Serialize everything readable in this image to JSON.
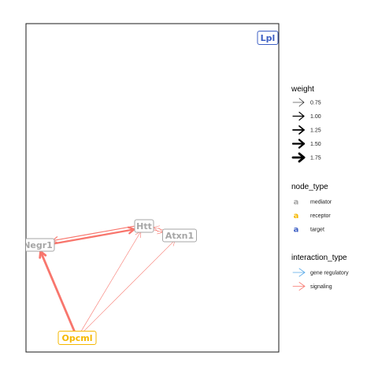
{
  "graph": {
    "nodes": [
      {
        "id": "Lpl",
        "label": "Lpl",
        "type": "target"
      },
      {
        "id": "Htt",
        "label": "Htt",
        "type": "mediator"
      },
      {
        "id": "Atxn1",
        "label": "Atxn1",
        "type": "mediator"
      },
      {
        "id": "Negr1",
        "label": "Negr1",
        "type": "mediator"
      },
      {
        "id": "Opcml",
        "label": "Opcml",
        "type": "receptor"
      }
    ],
    "edges": [
      {
        "from": "Negr1",
        "to": "Htt",
        "weight": 1.5,
        "interaction": "signaling"
      },
      {
        "from": "Htt",
        "to": "Negr1",
        "weight": 1.0,
        "interaction": "signaling"
      },
      {
        "from": "Htt",
        "to": "Atxn1",
        "weight": 0.75,
        "interaction": "signaling"
      },
      {
        "from": "Atxn1",
        "to": "Htt",
        "weight": 0.75,
        "interaction": "signaling"
      },
      {
        "from": "Opcml",
        "to": "Negr1",
        "weight": 1.75,
        "interaction": "signaling"
      },
      {
        "from": "Opcml",
        "to": "Htt",
        "weight": 0.75,
        "interaction": "signaling"
      },
      {
        "from": "Opcml",
        "to": "Atxn1",
        "weight": 0.75,
        "interaction": "signaling"
      }
    ]
  },
  "legend": {
    "weight": {
      "title": "weight",
      "entries": [
        {
          "label": "0.75",
          "weight": 0.75
        },
        {
          "label": "1.00",
          "weight": 1.0
        },
        {
          "label": "1.25",
          "weight": 1.25
        },
        {
          "label": "1.50",
          "weight": 1.5
        },
        {
          "label": "1.75",
          "weight": 1.75
        }
      ]
    },
    "node_type": {
      "title": "node_type",
      "glyph": "a",
      "entries": [
        {
          "label": "mediator",
          "type": "mediator"
        },
        {
          "label": "receptor",
          "type": "receptor"
        },
        {
          "label": "target",
          "type": "target"
        }
      ]
    },
    "interaction_type": {
      "title": "interaction_type",
      "entries": [
        {
          "label": "gene regulatory",
          "type": "gene regulatory"
        },
        {
          "label": "signaling",
          "type": "signaling"
        }
      ]
    }
  },
  "colors": {
    "mediator": "#a6a6a6",
    "receptor": "#f5b800",
    "target": "#3d5fc4",
    "signaling": "#f8766d",
    "gene regulatory": "#56a8e8",
    "panel_border": "#1a1a1a"
  }
}
